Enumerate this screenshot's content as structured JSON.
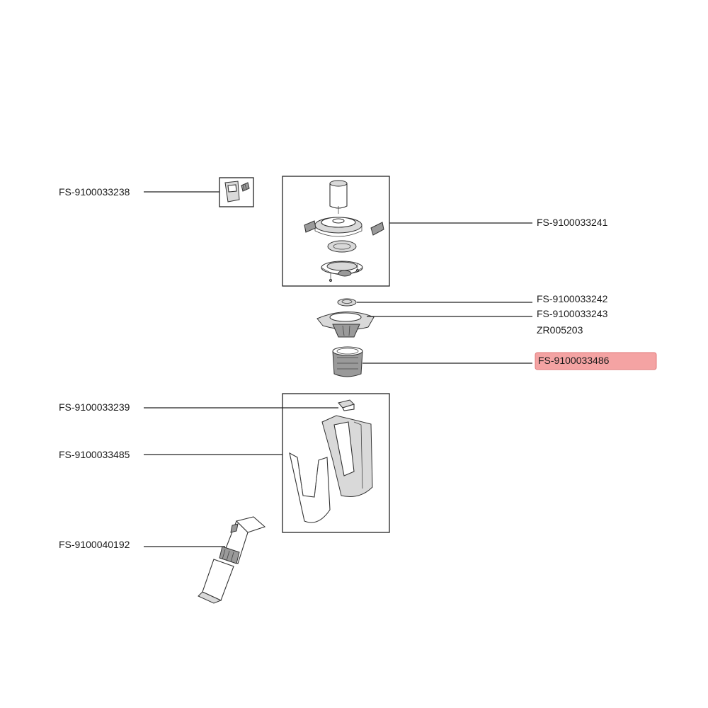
{
  "diagram": {
    "highlight_color": "#f4a3a3",
    "labels": {
      "p3238": "FS-9100033238",
      "p3241": "FS-9100033241",
      "p3242": "FS-9100033242",
      "p3243": "FS-9100033243",
      "zr": "ZR005203",
      "p3486": "FS-9100033486",
      "p3239": "FS-9100033239",
      "p3485": "FS-9100033485",
      "p40192": "FS-9100040192"
    },
    "highlighted_part": "FS-9100033486"
  }
}
